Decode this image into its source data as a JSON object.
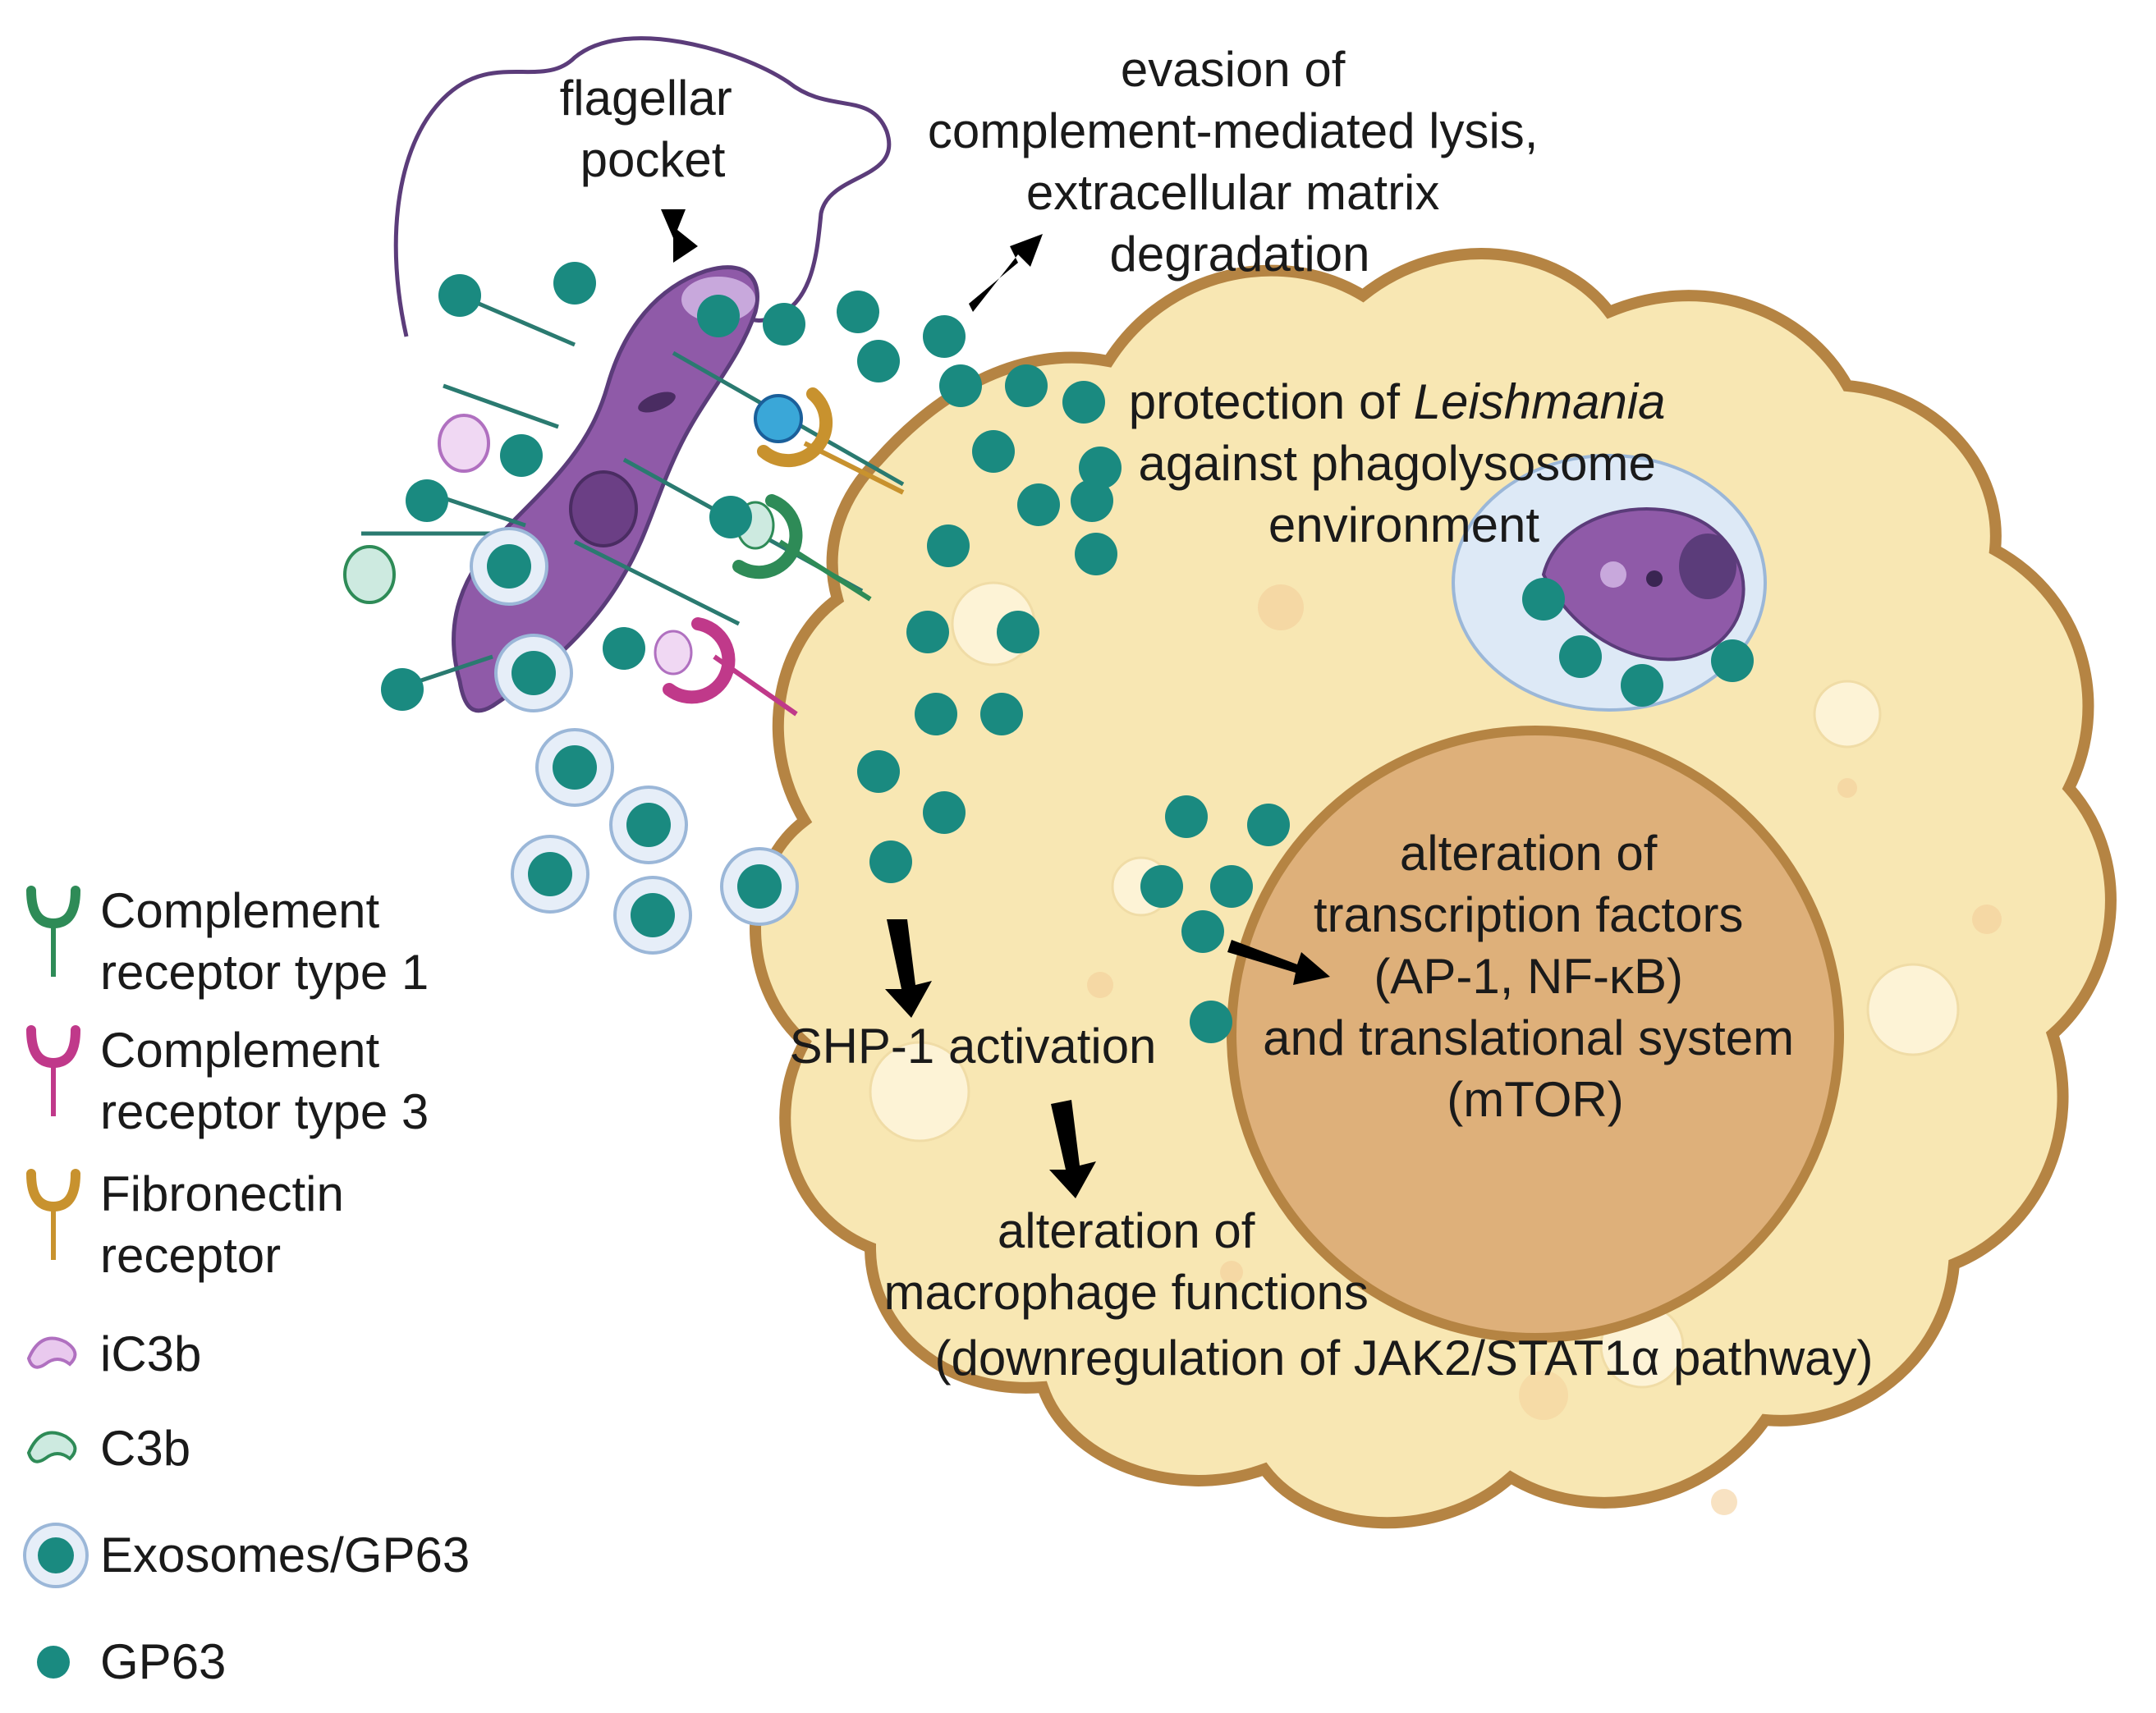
{
  "labels": {
    "flagellar_pocket": [
      "flagellar",
      "pocket"
    ],
    "evasion": [
      "evasion of",
      "complement-mediated lysis,",
      "extracellular matrix",
      "degradation"
    ],
    "protection_pre": "protection of ",
    "protection_em": "Leishmania",
    "protection_rest": [
      "against phagolysosome",
      "environment"
    ],
    "transcription": [
      "alteration of",
      "transcription factors",
      "(AP-1, NF-κB)",
      "and translational system",
      "(mTOR)"
    ],
    "shp1": "SHP-1 activation",
    "macrophage": [
      "alteration of",
      "macrophage functions",
      "(downregulation of JAK2/STAT1α pathway)"
    ]
  },
  "legend": [
    {
      "key": "cr1",
      "lines": [
        "Complement",
        "receptor type 1"
      ],
      "color": "#2e8b57",
      "icon": "y-receptor-icon"
    },
    {
      "key": "cr3",
      "lines": [
        "Complement",
        "receptor type 3"
      ],
      "color": "#c0398a",
      "icon": "y-receptor-icon"
    },
    {
      "key": "fn",
      "lines": [
        "Fibronectin",
        "receptor"
      ],
      "color": "#c8922e",
      "icon": "y-receptor-icon"
    },
    {
      "key": "ic3b",
      "lines": [
        "iC3b"
      ],
      "color": "#e9c9ee",
      "icon": "bean-icon"
    },
    {
      "key": "c3b",
      "lines": [
        "C3b"
      ],
      "color": "#cdeae0",
      "icon": "bean-icon"
    },
    {
      "key": "exo",
      "lines": [
        "Exosomes/GP63"
      ],
      "color": "#1a8a80",
      "icon": "exosome-icon"
    },
    {
      "key": "gp63",
      "lines": [
        "GP63"
      ],
      "color": "#1a8a80",
      "icon": "gp63-dot-icon"
    }
  ],
  "colors": {
    "cell_fill": "#f8e7b3",
    "cell_stroke": "#b58443",
    "nucleus_fill": "#deb07a",
    "parasite": "#8f5aa8",
    "gp63": "#1a8a80",
    "vacuole": "#dde9f6"
  }
}
